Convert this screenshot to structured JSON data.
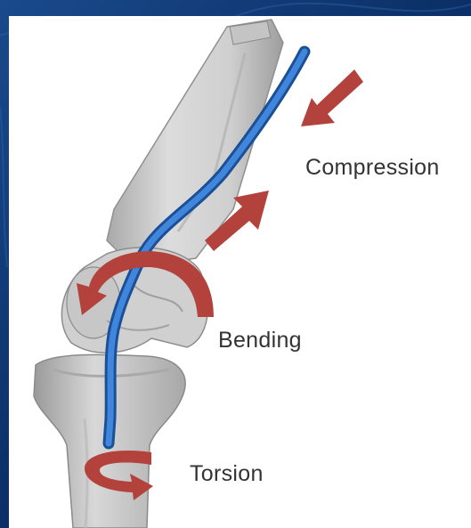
{
  "labels": {
    "compression": "Compression",
    "bending": "Bending",
    "torsion": "Torsion"
  },
  "colors": {
    "background": "#0b2f66",
    "panel": "#ffffff",
    "bone": "#d2d2d2",
    "bone_shadow": "#9c9c9c",
    "implant": "#2f74c8",
    "arrow": "#b4423c"
  }
}
